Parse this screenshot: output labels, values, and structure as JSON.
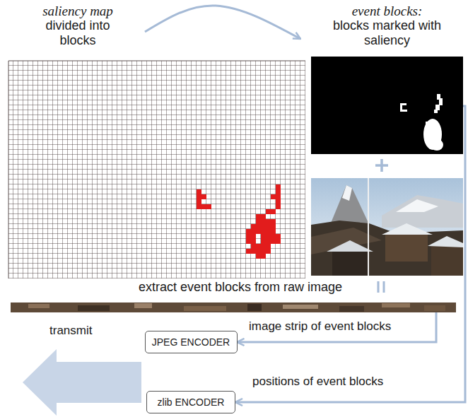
{
  "diagram": {
    "nodes": [
      {
        "text": [
          "saliency map",
          "divided into blocks"
        ]
      },
      {
        "text": [
          "event blocks:",
          "blocks marked with saliency"
        ]
      },
      {
        "text": [
          "extract event blocks from raw image"
        ]
      },
      {
        "text": [
          "JPEG ENCODER"
        ]
      },
      {
        "text": [
          "zlib ENCODER"
        ]
      }
    ],
    "edges": [
      {
        "from": 0,
        "to": 1,
        "arrow": "to"
      },
      {
        "from": 2,
        "to": 3,
        "label": "image strip of event blocks",
        "arrow": "to"
      },
      {
        "from": 1,
        "to": 4,
        "label": "positions of event blocks",
        "arrow": "to"
      }
    ],
    "labels": [
      "transmit"
    ]
  }
}
